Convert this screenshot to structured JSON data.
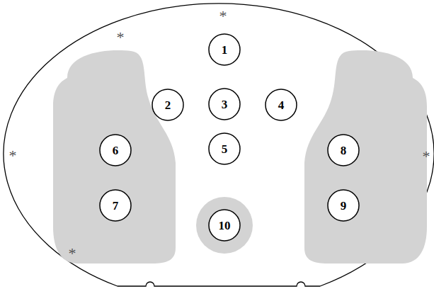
{
  "diagram": {
    "nodes": [
      {
        "text": [
          "1"
        ]
      },
      {
        "text": [
          "2"
        ]
      },
      {
        "text": [
          "3"
        ]
      },
      {
        "text": [
          "4"
        ]
      },
      {
        "text": [
          "5"
        ]
      },
      {
        "text": [
          "6"
        ]
      },
      {
        "text": [
          "7"
        ]
      },
      {
        "text": [
          "8"
        ]
      },
      {
        "text": [
          "9"
        ]
      },
      {
        "text": [
          "10"
        ]
      }
    ],
    "labels": [
      "*",
      "*",
      "*",
      "*",
      "*"
    ]
  }
}
